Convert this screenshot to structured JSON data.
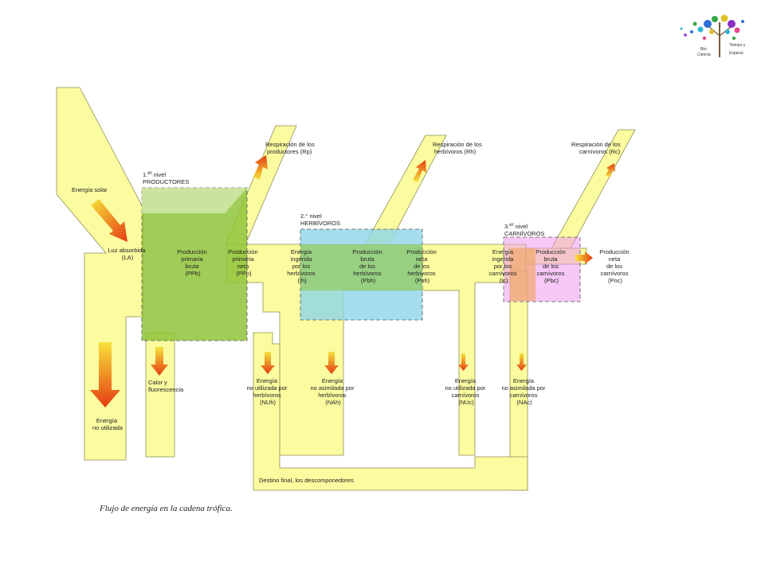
{
  "caption": "Flujo de energía en la cadena trófica.",
  "logo": {
    "words": [
      "Bio-",
      "Ciencia",
      "Tiempo y",
      "Espacio"
    ]
  },
  "levels": {
    "productores": {
      "num": "1.",
      "sup": "er",
      "word": "nivel",
      "name": "PRODUCTORES"
    },
    "herbivoros": {
      "num": "2.° nivel",
      "name": "HERBÍVOROS"
    },
    "carnivoros": {
      "num": "3.",
      "sup": "er",
      "word": "nivel",
      "name": "CARNÍVOROS"
    }
  },
  "labels": {
    "energia_solar": "Energía solar",
    "luz_absorbida": [
      "Luz absorbida",
      "(LA)"
    ],
    "ppb": [
      "Producción",
      "primaria",
      "bruta",
      "(PPb)"
    ],
    "ppn": [
      "Producción",
      "primaria",
      "neta",
      "(PPn)"
    ],
    "rp": [
      "Respiración de los",
      "productores (Rp)"
    ],
    "ih": [
      "Energía",
      "ingerida",
      "por los",
      "herbívoros",
      "(Ih)"
    ],
    "pbh": [
      "Producción",
      "bruta",
      "de los",
      "herbívoros",
      "(Pbh)"
    ],
    "pnh": [
      "Producción",
      "neta",
      "de los",
      "herbívoros",
      "(Pnh)"
    ],
    "rh": [
      "Respiración de los",
      "herbívoros (Rh)"
    ],
    "ic": [
      "Energía",
      "ingerida",
      "por los",
      "carnívoros",
      "(Ic)"
    ],
    "pbc": [
      "Producción",
      "bruta",
      "de los",
      "carnívoros",
      "(Pbc)"
    ],
    "pnc": [
      "Producción",
      "neta",
      "de los",
      "carnívoros",
      "(Pnc)"
    ],
    "rc": [
      "Respiración de los",
      "carnívoros (Rc)"
    ],
    "no_utilizada": [
      "Energía",
      "no utilizada"
    ],
    "calor": [
      "Calor y",
      "fluorescencia"
    ],
    "nuh": [
      "Energía",
      "no utilizada por",
      "herbívoros",
      "(NUh)"
    ],
    "nah": [
      "Energía",
      "no asimilada por",
      "herbívoros",
      "(NAh)"
    ],
    "nuc": [
      "Energía",
      "no utilizada por",
      "carnívoros",
      "(NUc)"
    ],
    "nac": [
      "Energía",
      "no asimilada por",
      "carnívoros",
      "(NAc)"
    ],
    "destino": "Destino final, los descomponedores"
  },
  "colors": {
    "flow": "#fbfba0",
    "flow_stroke": "#8f8f55",
    "productores_box": "#8fc43a",
    "herbivoros_box": "#8dd6e8",
    "carnivoros_box": "#ef9bef",
    "arrow_start": "#f7e23a",
    "arrow_end": "#e53b12"
  }
}
